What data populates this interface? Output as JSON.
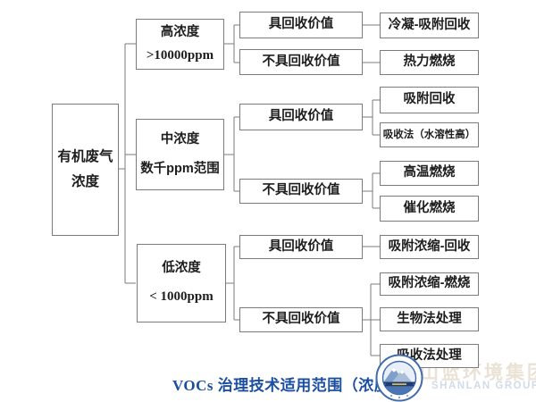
{
  "title": {
    "text": "VOCs 治理技术适用范围（浓度）",
    "color": "#1c4fa1"
  },
  "watermark": {
    "cn": "山蓝环境集团",
    "en": "SHANLAN GROUP"
  },
  "tree": {
    "root": {
      "line1": "有机废气",
      "line2": "浓度"
    },
    "branches": [
      {
        "title": "高浓度",
        "range": ">10000ppm"
      },
      {
        "title": "中浓度",
        "range": "数千ppm范围"
      },
      {
        "title": "低浓度",
        "range": "< 1000ppm"
      }
    ],
    "recovery": {
      "has": "具回收价值",
      "not": "不具回收价值"
    },
    "leaves": [
      "冷凝-吸附回收",
      "热力燃烧",
      "吸附回收",
      "吸收法（水溶性高）",
      "高温燃烧",
      "催化燃烧",
      "吸附浓缩-回收",
      "吸附浓缩-燃烧",
      "生物法处理",
      "吸收法处理"
    ]
  },
  "colors": {
    "box_border": "#7b7b7b",
    "box_text": "#1d1d1d",
    "connector": "#7b7b7b",
    "title_blue": "#1c4fa1",
    "watermark_cn": "#eae3d5",
    "watermark_en": "#d2dbe8",
    "logo_ring_blue": "#3f6bad",
    "logo_navy": "#1f3c72"
  }
}
